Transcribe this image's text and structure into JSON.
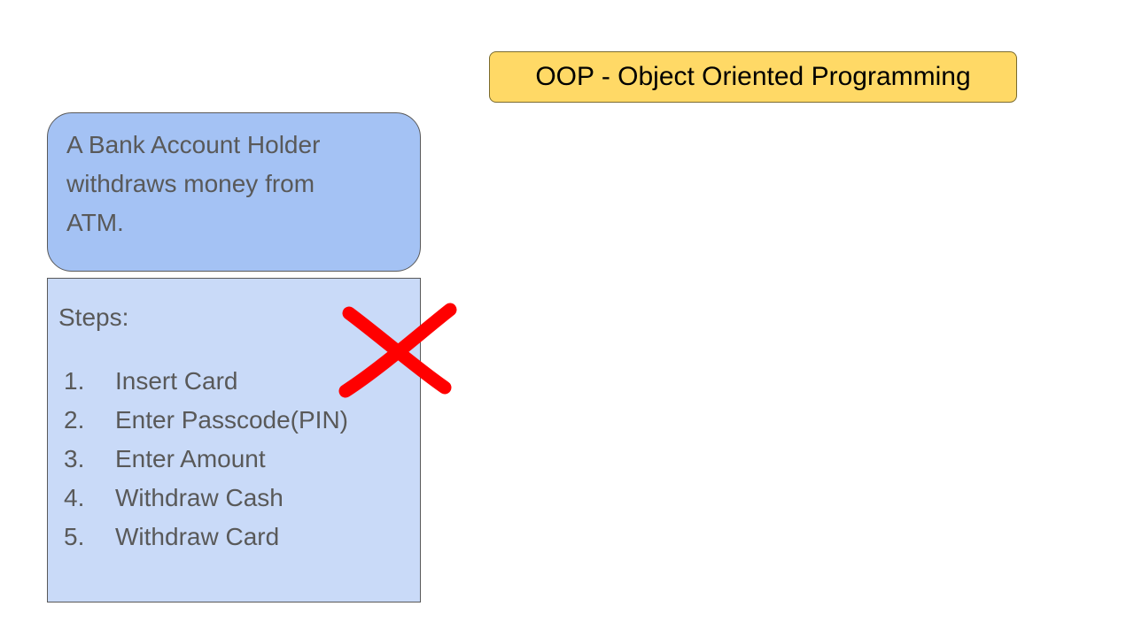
{
  "title": "OOP - Object Oriented Programming",
  "scenario": {
    "lines": [
      "A Bank Account Holder",
      "withdraws money from",
      "ATM."
    ]
  },
  "steps": {
    "heading": "Steps:",
    "items": [
      {
        "num": "1.",
        "text": "Insert Card"
      },
      {
        "num": "2.",
        "text": "Enter Passcode(PIN)"
      },
      {
        "num": "3.",
        "text": "Enter Amount"
      },
      {
        "num": "4.",
        "text": "Withdraw Cash"
      },
      {
        "num": "5.",
        "text": "Withdraw Card"
      }
    ]
  },
  "colors": {
    "title_fill": "#ffd966",
    "scenario_fill": "#a4c2f4",
    "steps_fill": "#c9daf8",
    "cross": "#ff0000"
  },
  "icons": {
    "cross": "red-x-cross-icon"
  }
}
